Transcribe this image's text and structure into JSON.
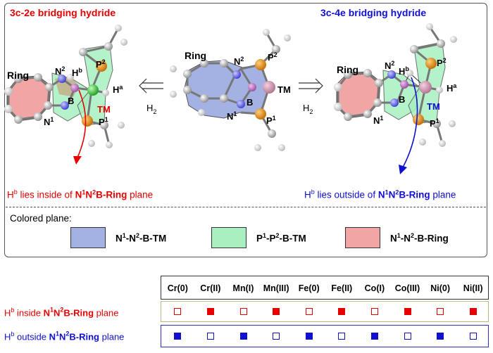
{
  "header": {
    "left_title": "3c-2e bridging hydride",
    "right_title": "3c-4e bridging hydride"
  },
  "molecule_labels": {
    "ring": "Ring",
    "n1": "N",
    "n2": "N",
    "sup1": "1",
    "sup2": "2",
    "p": "P",
    "b": "B",
    "tm": "TM",
    "h": "H",
    "ha_sup": "a",
    "hb_sup": "b",
    "h2": "H",
    "h2_sub": "2"
  },
  "statements": {
    "inside_pre": "H",
    "inside_sup": "b",
    "inside_mid": " lies inside of ",
    "inside_bold_1": "N",
    "inside_bold_sup1": "1",
    "inside_bold_2": "N",
    "inside_bold_sup2": "2",
    "inside_bold_3": "B-Ring",
    "inside_post": " plane",
    "outside_pre": "H",
    "outside_sup": "b",
    "outside_mid": " lies outside of ",
    "outside_bold_1": "N",
    "outside_bold_sup1": "1",
    "outside_bold_2": "N",
    "outside_bold_sup2": "2",
    "outside_bold_3": "B-Ring",
    "outside_post": " plane"
  },
  "legend": {
    "title": "Colored  plane:",
    "items": [
      {
        "color": "#a3b1e3",
        "parts": [
          "N",
          "1",
          "-N",
          "2",
          "-B-TM"
        ]
      },
      {
        "color": "#a8f0c0",
        "parts": [
          "P",
          "1",
          "-P",
          "2",
          "-B-TM"
        ]
      },
      {
        "color": "#f2a5a5",
        "parts": [
          "N",
          "1",
          "-N",
          "2",
          "-B-Ring"
        ]
      }
    ]
  },
  "table": {
    "columns": [
      "Cr(0)",
      "Cr(II)",
      "Mn(I)",
      "Mn(III)",
      "Fe(0)",
      "Fe(II)",
      "Co(I)",
      "Co(III)",
      "Ni(0)",
      "Ni(II)"
    ],
    "rows": [
      {
        "label_parts": [
          "H",
          "b",
          " inside ",
          "N",
          "1",
          "N",
          "2",
          "B-Ring",
          " plane"
        ],
        "color": "#e60000",
        "filled": [
          false,
          true,
          false,
          true,
          false,
          true,
          false,
          true,
          false,
          true
        ]
      },
      {
        "label_parts": [
          "H",
          "b",
          "  outside ",
          "N",
          "1",
          "N",
          "2",
          "B-Ring",
          " plane"
        ],
        "color": "#1010d0",
        "filled": [
          true,
          false,
          true,
          false,
          true,
          false,
          true,
          false,
          true,
          false
        ]
      }
    ]
  },
  "colors": {
    "red": "#e60000",
    "blue": "#1010d0",
    "n1n2btm": "#a3b1e3",
    "p1p2btm": "#a8f0c0",
    "n1n2bring": "#f2a5a5"
  }
}
